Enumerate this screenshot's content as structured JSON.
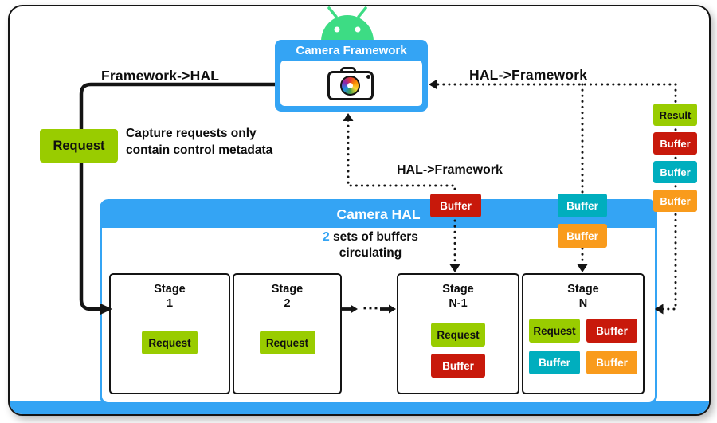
{
  "colors": {
    "blue": "#34A4F4",
    "green": "#99CC00",
    "red": "#C8190B",
    "teal": "#00AEBE",
    "orange": "#F99B1C",
    "robot": "#3DDC84",
    "ink": "#141414"
  },
  "framework": {
    "title": "Camera Framework"
  },
  "labels": {
    "framework_to_hal": "Framework->HAL",
    "hal_to_framework_center": "HAL->Framework",
    "hal_to_framework_right": "HAL->Framework"
  },
  "request_note": {
    "badge": "Request",
    "line1": "Capture requests only",
    "line2": "contain control metadata"
  },
  "floating_buffers": {
    "center_red": "Buffer",
    "pair_teal": "Buffer",
    "pair_orange": "Buffer"
  },
  "right_stack": [
    {
      "label": "Result",
      "color": "green"
    },
    {
      "label": "Buffer",
      "color": "red"
    },
    {
      "label": "Buffer",
      "color": "teal"
    },
    {
      "label": "Buffer",
      "color": "orange"
    }
  ],
  "hal": {
    "title": "Camera HAL",
    "circulating": {
      "highlight": "2",
      "line1_rest": " sets of buffers",
      "line2": "circulating"
    },
    "ellipsis": "⋯",
    "stages": [
      {
        "title": "Stage",
        "sub": "1",
        "badges": [
          {
            "label": "Request",
            "color": "green"
          }
        ]
      },
      {
        "title": "Stage",
        "sub": "2",
        "badges": [
          {
            "label": "Request",
            "color": "green"
          }
        ]
      },
      {
        "title": "Stage",
        "sub": "N-1",
        "badges": [
          {
            "label": "Request",
            "color": "green"
          },
          {
            "label": "Buffer",
            "color": "red"
          }
        ]
      },
      {
        "title": "Stage",
        "sub": "N",
        "badges": [
          {
            "label": "Request",
            "color": "green"
          },
          {
            "label": "Buffer",
            "color": "red"
          },
          {
            "label": "Buffer",
            "color": "teal"
          },
          {
            "label": "Buffer",
            "color": "orange"
          }
        ]
      }
    ]
  },
  "icons": {
    "android_robot": "android-robot-icon",
    "camera": "camera-icon"
  }
}
